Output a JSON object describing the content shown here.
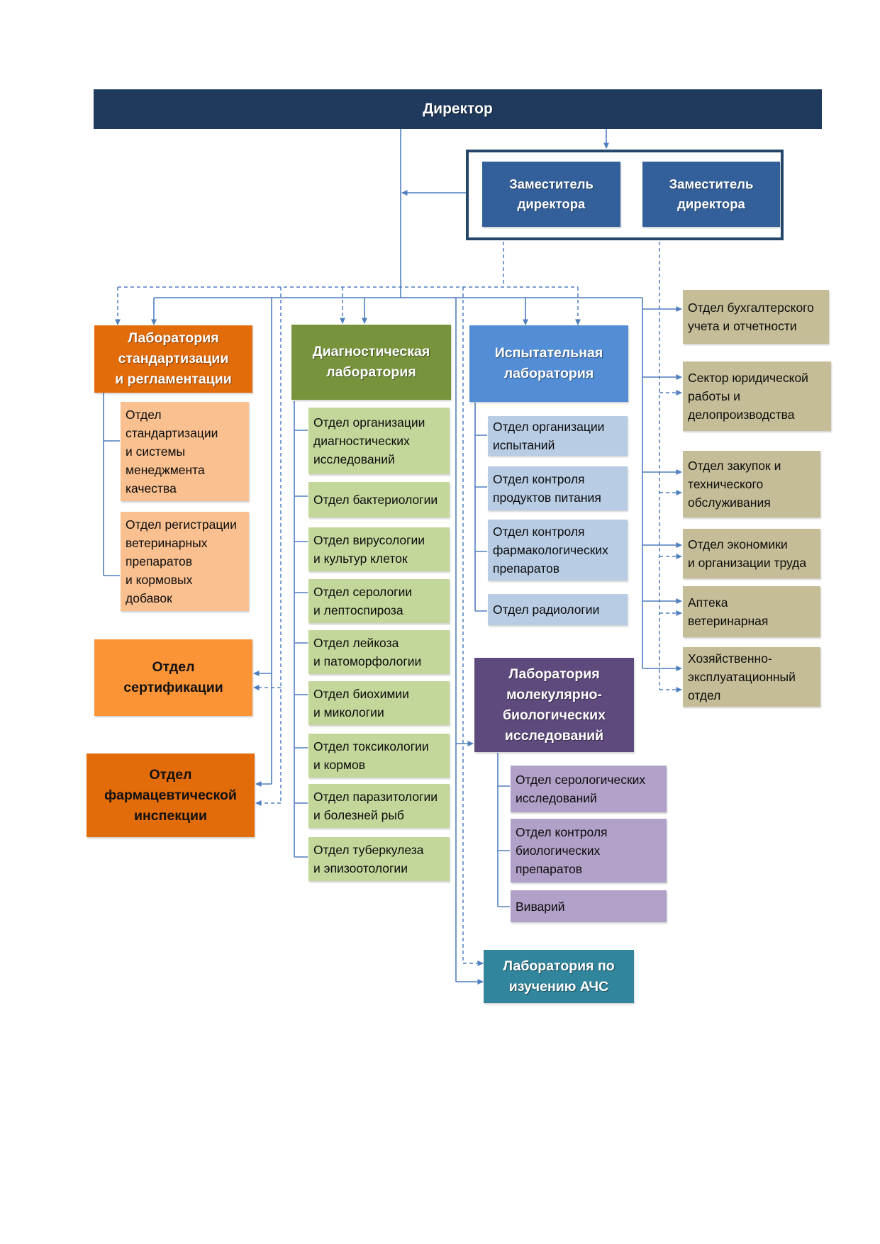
{
  "director": "Директор",
  "deputies": [
    "Заместитель\nдиректора",
    "Заместитель\nдиректора"
  ],
  "lab_standard": {
    "title": "Лаборатория\nстандартизации\nи регламентации",
    "units": [
      "Отдел\nстандартизации\nи системы\nменеджмента\nкачества",
      "Отдел регистрации\nветеринарных\nпрепаратов\nи кормовых\nдобавок"
    ]
  },
  "dept_certification": "Отдел\nсертификации",
  "dept_pharma": "Отдел\nфармацевтической\nинспекции",
  "lab_diagnostic": {
    "title": "Диагностическая\nлаборатория",
    "units": [
      "Отдел организации\nдиагностических\nисследований",
      "Отдел бактериологии",
      "Отдел вирусологии\nи культур клеток",
      "Отдел серологии\nи лептоспироза",
      "Отдел лейкоза\nи патоморфологии",
      "Отдел биохимии\nи микологии",
      "Отдел токсикологии\nи кормов",
      "Отдел паразитологии\nи болезней рыб",
      "Отдел туберкулеза\nи эпизоотологии"
    ]
  },
  "lab_testing": {
    "title": "Испытательная\nлаборатория",
    "units": [
      "Отдел организации\nиспытаний",
      "Отдел контроля\nпродуктов питания",
      "Отдел контроля\nфармакологических\nпрепаратов",
      "Отдел радиологии"
    ]
  },
  "lab_molecular": {
    "title": "Лаборатория\nмолекулярно-\nбиологических\nисследований",
    "units": [
      "Отдел серологических\nисследований",
      "Отдел контроля\nбиологических\nпрепаратов",
      "Виварий"
    ]
  },
  "lab_asf": "Лаборатория по\nизучению АЧС",
  "support_units": [
    "Отдел бухгалтерского\nучета и отчетности",
    "Сектор юридической\nработы и\nделопроизводства",
    "Отдел закупок и\nтехнического\nобслуживания",
    "Отдел экономики\nи организации труда",
    "Аптека\nветеринарная",
    "Хозяйственно-\nэксплуатационный\nотдел"
  ],
  "colors": {
    "director": "#1f3a5c",
    "deputy": "#33609a",
    "lab_standard": "#e26b0a",
    "lab_standard_units": "#fac090",
    "dept_certification": "#fb9437",
    "dept_pharma": "#e26b0a",
    "lab_diagnostic": "#77933c",
    "lab_diagnostic_units": "#c4d79b",
    "lab_testing": "#538dd5",
    "lab_testing_units": "#b8cce4",
    "lab_molecular": "#5f4a7e",
    "lab_molecular_units": "#b1a0c7",
    "lab_asf": "#31859c",
    "support_units": "#c4bd97",
    "connector": "#4f7fbf"
  }
}
